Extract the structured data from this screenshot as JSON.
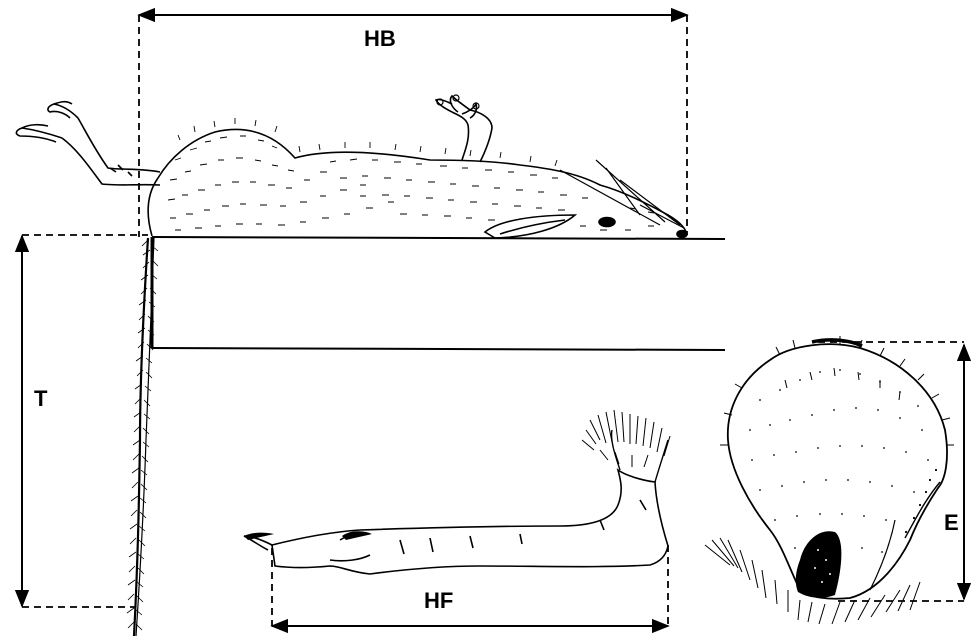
{
  "labels": {
    "head_body": "HB",
    "tail": "T",
    "hind_foot": "HF",
    "ear": "E"
  },
  "colors": {
    "ink": "#000000",
    "background": "#ffffff"
  }
}
